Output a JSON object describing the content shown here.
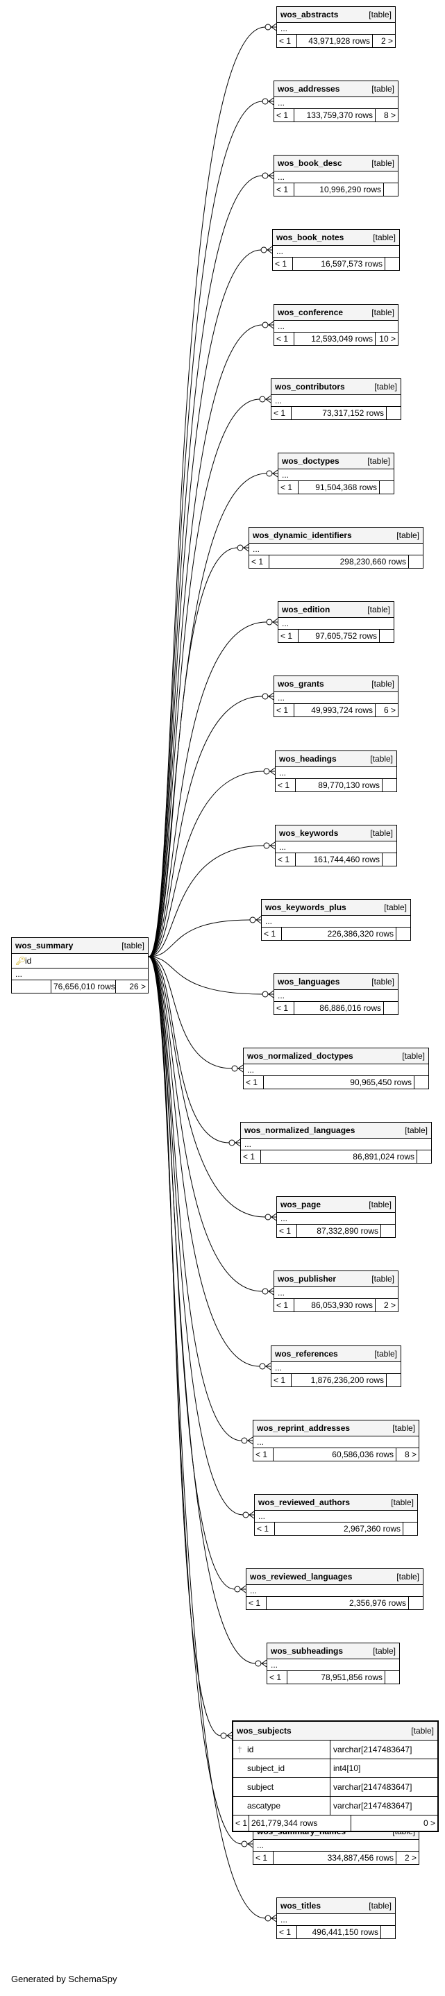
{
  "center": {
    "name": "wos_summary",
    "kind": "[table]",
    "key_icon": "key-icon",
    "column": "id",
    "ellipsis": "...",
    "rows": "76,656,010 rows",
    "children": "26 >"
  },
  "tables": [
    {
      "name": "wos_abstracts",
      "kind": "[table]",
      "parents": "< 1",
      "rows": "43,971,928 rows",
      "children": "2 >"
    },
    {
      "name": "wos_addresses",
      "kind": "[table]",
      "parents": "< 1",
      "rows": "133,759,370 rows",
      "children": "8 >"
    },
    {
      "name": "wos_book_desc",
      "kind": "[table]",
      "parents": "< 1",
      "rows": "10,996,290 rows",
      "children": ""
    },
    {
      "name": "wos_book_notes",
      "kind": "[table]",
      "parents": "< 1",
      "rows": "16,597,573 rows",
      "children": ""
    },
    {
      "name": "wos_conference",
      "kind": "[table]",
      "parents": "< 1",
      "rows": "12,593,049 rows",
      "children": "10 >"
    },
    {
      "name": "wos_contributors",
      "kind": "[table]",
      "parents": "< 1",
      "rows": "73,317,152 rows",
      "children": ""
    },
    {
      "name": "wos_doctypes",
      "kind": "[table]",
      "parents": "< 1",
      "rows": "91,504,368 rows",
      "children": ""
    },
    {
      "name": "wos_dynamic_identifiers",
      "kind": "[table]",
      "parents": "< 1",
      "rows": "298,230,660 rows",
      "children": ""
    },
    {
      "name": "wos_edition",
      "kind": "[table]",
      "parents": "< 1",
      "rows": "97,605,752 rows",
      "children": ""
    },
    {
      "name": "wos_grants",
      "kind": "[table]",
      "parents": "< 1",
      "rows": "49,993,724 rows",
      "children": "6 >"
    },
    {
      "name": "wos_headings",
      "kind": "[table]",
      "parents": "< 1",
      "rows": "89,770,130 rows",
      "children": ""
    },
    {
      "name": "wos_keywords",
      "kind": "[table]",
      "parents": "< 1",
      "rows": "161,744,460 rows",
      "children": ""
    },
    {
      "name": "wos_keywords_plus",
      "kind": "[table]",
      "parents": "< 1",
      "rows": "226,386,320 rows",
      "children": ""
    },
    {
      "name": "wos_languages",
      "kind": "[table]",
      "parents": "< 1",
      "rows": "86,886,016 rows",
      "children": ""
    },
    {
      "name": "wos_normalized_doctypes",
      "kind": "[table]",
      "parents": "< 1",
      "rows": "90,965,450 rows",
      "children": ""
    },
    {
      "name": "wos_normalized_languages",
      "kind": "[table]",
      "parents": "< 1",
      "rows": "86,891,024 rows",
      "children": ""
    },
    {
      "name": "wos_page",
      "kind": "[table]",
      "parents": "< 1",
      "rows": "87,332,890 rows",
      "children": ""
    },
    {
      "name": "wos_publisher",
      "kind": "[table]",
      "parents": "< 1",
      "rows": "86,053,930 rows",
      "children": "2 >"
    },
    {
      "name": "wos_references",
      "kind": "[table]",
      "parents": "< 1",
      "rows": "1,876,236,200 rows",
      "children": ""
    },
    {
      "name": "wos_reprint_addresses",
      "kind": "[table]",
      "parents": "< 1",
      "rows": "60,586,036 rows",
      "children": "8 >"
    },
    {
      "name": "wos_reviewed_authors",
      "kind": "[table]",
      "parents": "< 1",
      "rows": "2,967,360 rows",
      "children": ""
    },
    {
      "name": "wos_reviewed_languages",
      "kind": "[table]",
      "parents": "< 1",
      "rows": "2,356,976 rows",
      "children": ""
    },
    {
      "name": "wos_subheadings",
      "kind": "[table]",
      "parents": "< 1",
      "rows": "78,951,856 rows",
      "children": ""
    },
    {
      "name": "wos_summary_names",
      "kind": "[table]",
      "parents": "< 1",
      "rows": "334,887,456 rows",
      "children": "2 >"
    },
    {
      "name": "wos_titles",
      "kind": "[table]",
      "parents": "< 1",
      "rows": "496,441,150 rows",
      "children": ""
    }
  ],
  "ellipsis": "...",
  "subjects": {
    "name": "wos_subjects",
    "kind": "[table]",
    "columns": [
      {
        "name": "id",
        "type": "varchar[2147483647]",
        "icon": "key-icon"
      },
      {
        "name": "subject_id",
        "type": "int4[10]"
      },
      {
        "name": "subject",
        "type": "varchar[2147483647]"
      },
      {
        "name": "ascatype",
        "type": "varchar[2147483647]"
      }
    ],
    "parents": "< 1",
    "rows": "261,779,344 rows",
    "children": "0 >"
  },
  "footer": "Generated by SchemaSpy",
  "colors": {
    "line": "#000000",
    "header_bg": "#f4f4f4",
    "key": "#c9a400"
  }
}
